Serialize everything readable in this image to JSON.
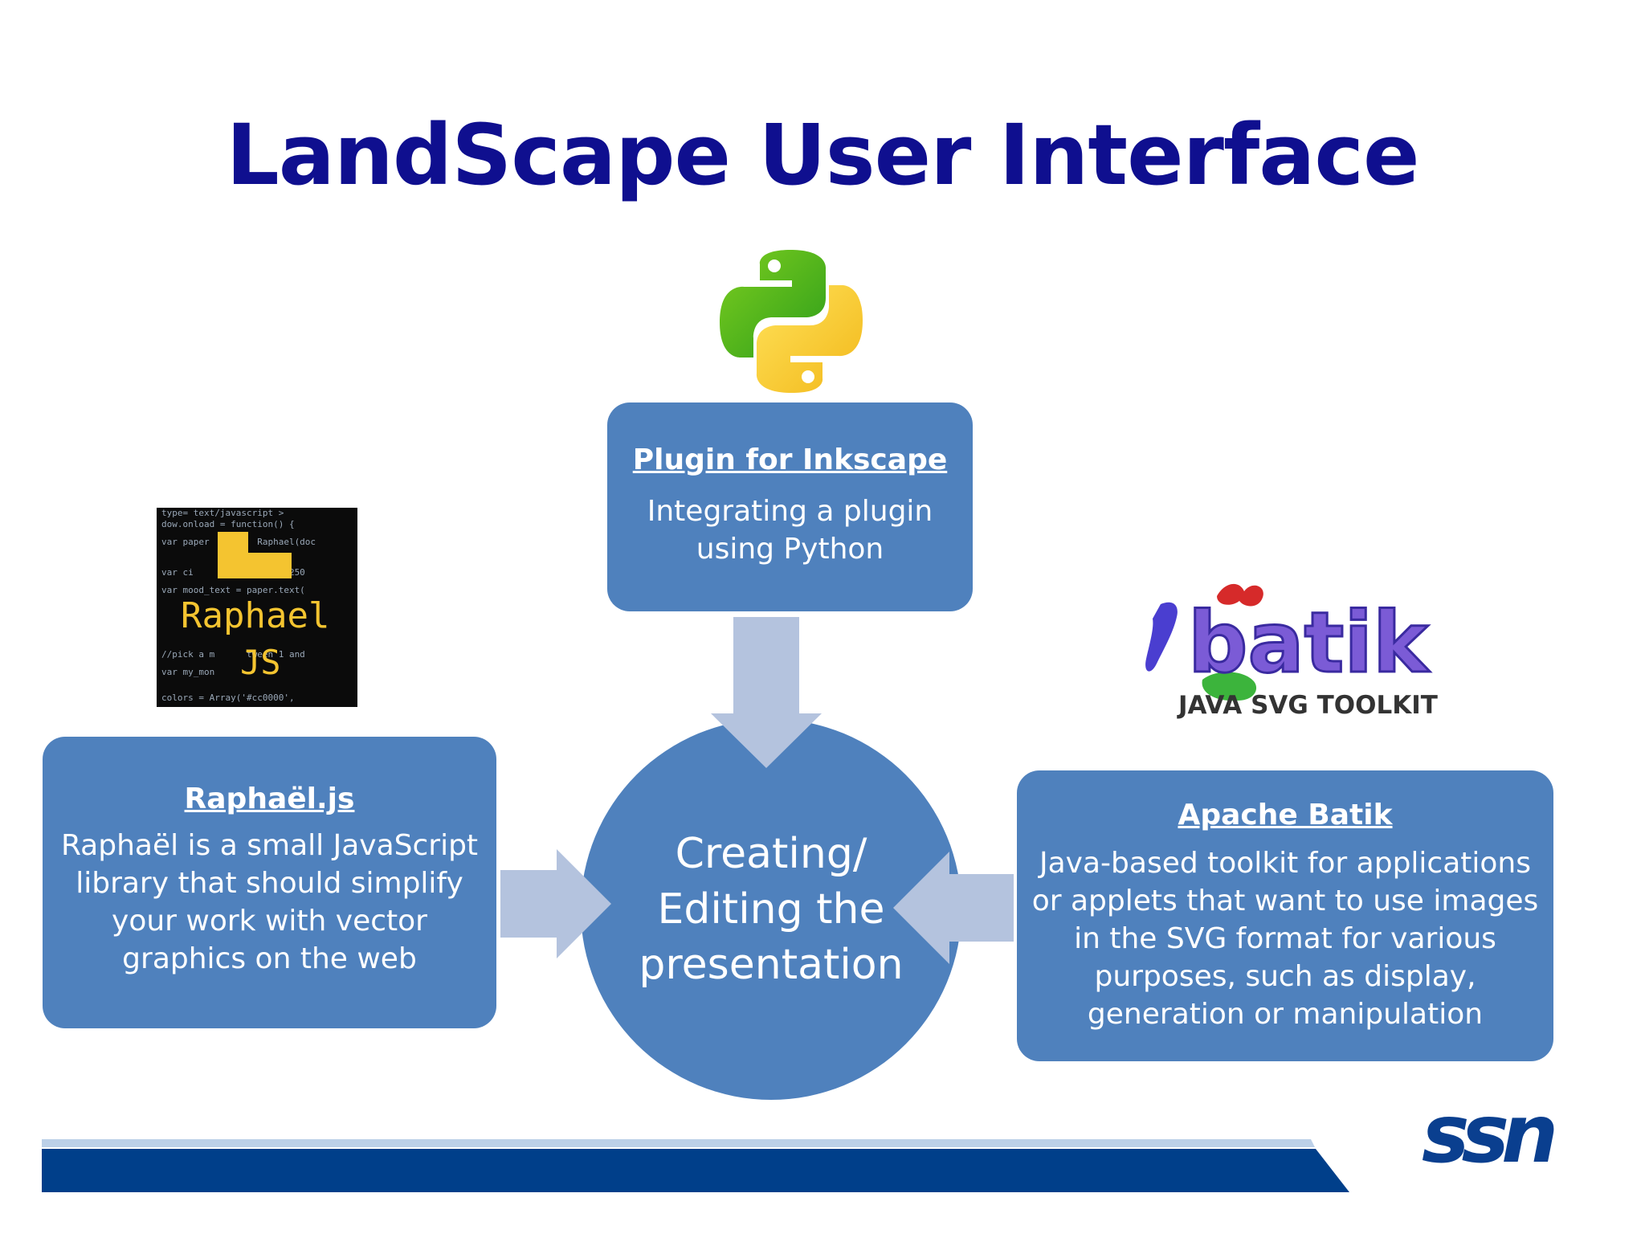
{
  "title": "LandScape User Interface",
  "top_box": {
    "heading": "Plugin for Inkscape",
    "description": "Integrating a plugin using Python"
  },
  "left_box": {
    "heading": "Raphaël.js",
    "description": "Raphaël is a small JavaScript library that should simplify your work with vector graphics on the web"
  },
  "right_box": {
    "heading": "Apache Batik",
    "description": "Java-based toolkit for applications or applets that want to use images in the SVG format for various purposes, such as display, generation or manipulation"
  },
  "center": {
    "label": "Creating/ Editing the presentation"
  },
  "logos": {
    "python": "python-logo",
    "raphael": {
      "word": "Raphael",
      "sub": "JS"
    },
    "batik": {
      "word": "batik",
      "tagline": "JAVA SVG TOOLKIT"
    },
    "ssn": "ssn"
  },
  "colors": {
    "title": "#0f0f8f",
    "box": "#4f81bd",
    "arrow": "#b4c3de",
    "bar_dark": "#003f8a",
    "bar_light": "#bcd0e8"
  }
}
